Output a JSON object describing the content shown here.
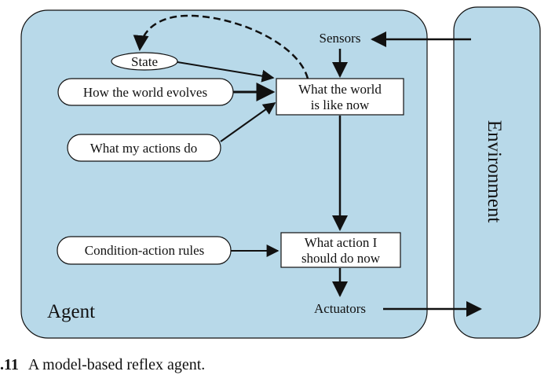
{
  "diagram": {
    "colors": {
      "panel_fill": "#b8d9e9",
      "box_fill": "#ffffff",
      "stroke": "#111111"
    },
    "agent_label": "Agent",
    "environment_label": "Environment",
    "sensors_label": "Sensors",
    "actuators_label": "Actuators",
    "state_label": "State",
    "world_evolves_label": "How the world evolves",
    "actions_do_label": "What my actions do",
    "rules_label": "Condition-action rules",
    "world_now_line1": "What the world",
    "world_now_line2": "is like now",
    "action_now_line1": "What action I",
    "action_now_line2": "should do now"
  },
  "caption": {
    "number": ".11",
    "text": "A model-based reflex agent."
  }
}
